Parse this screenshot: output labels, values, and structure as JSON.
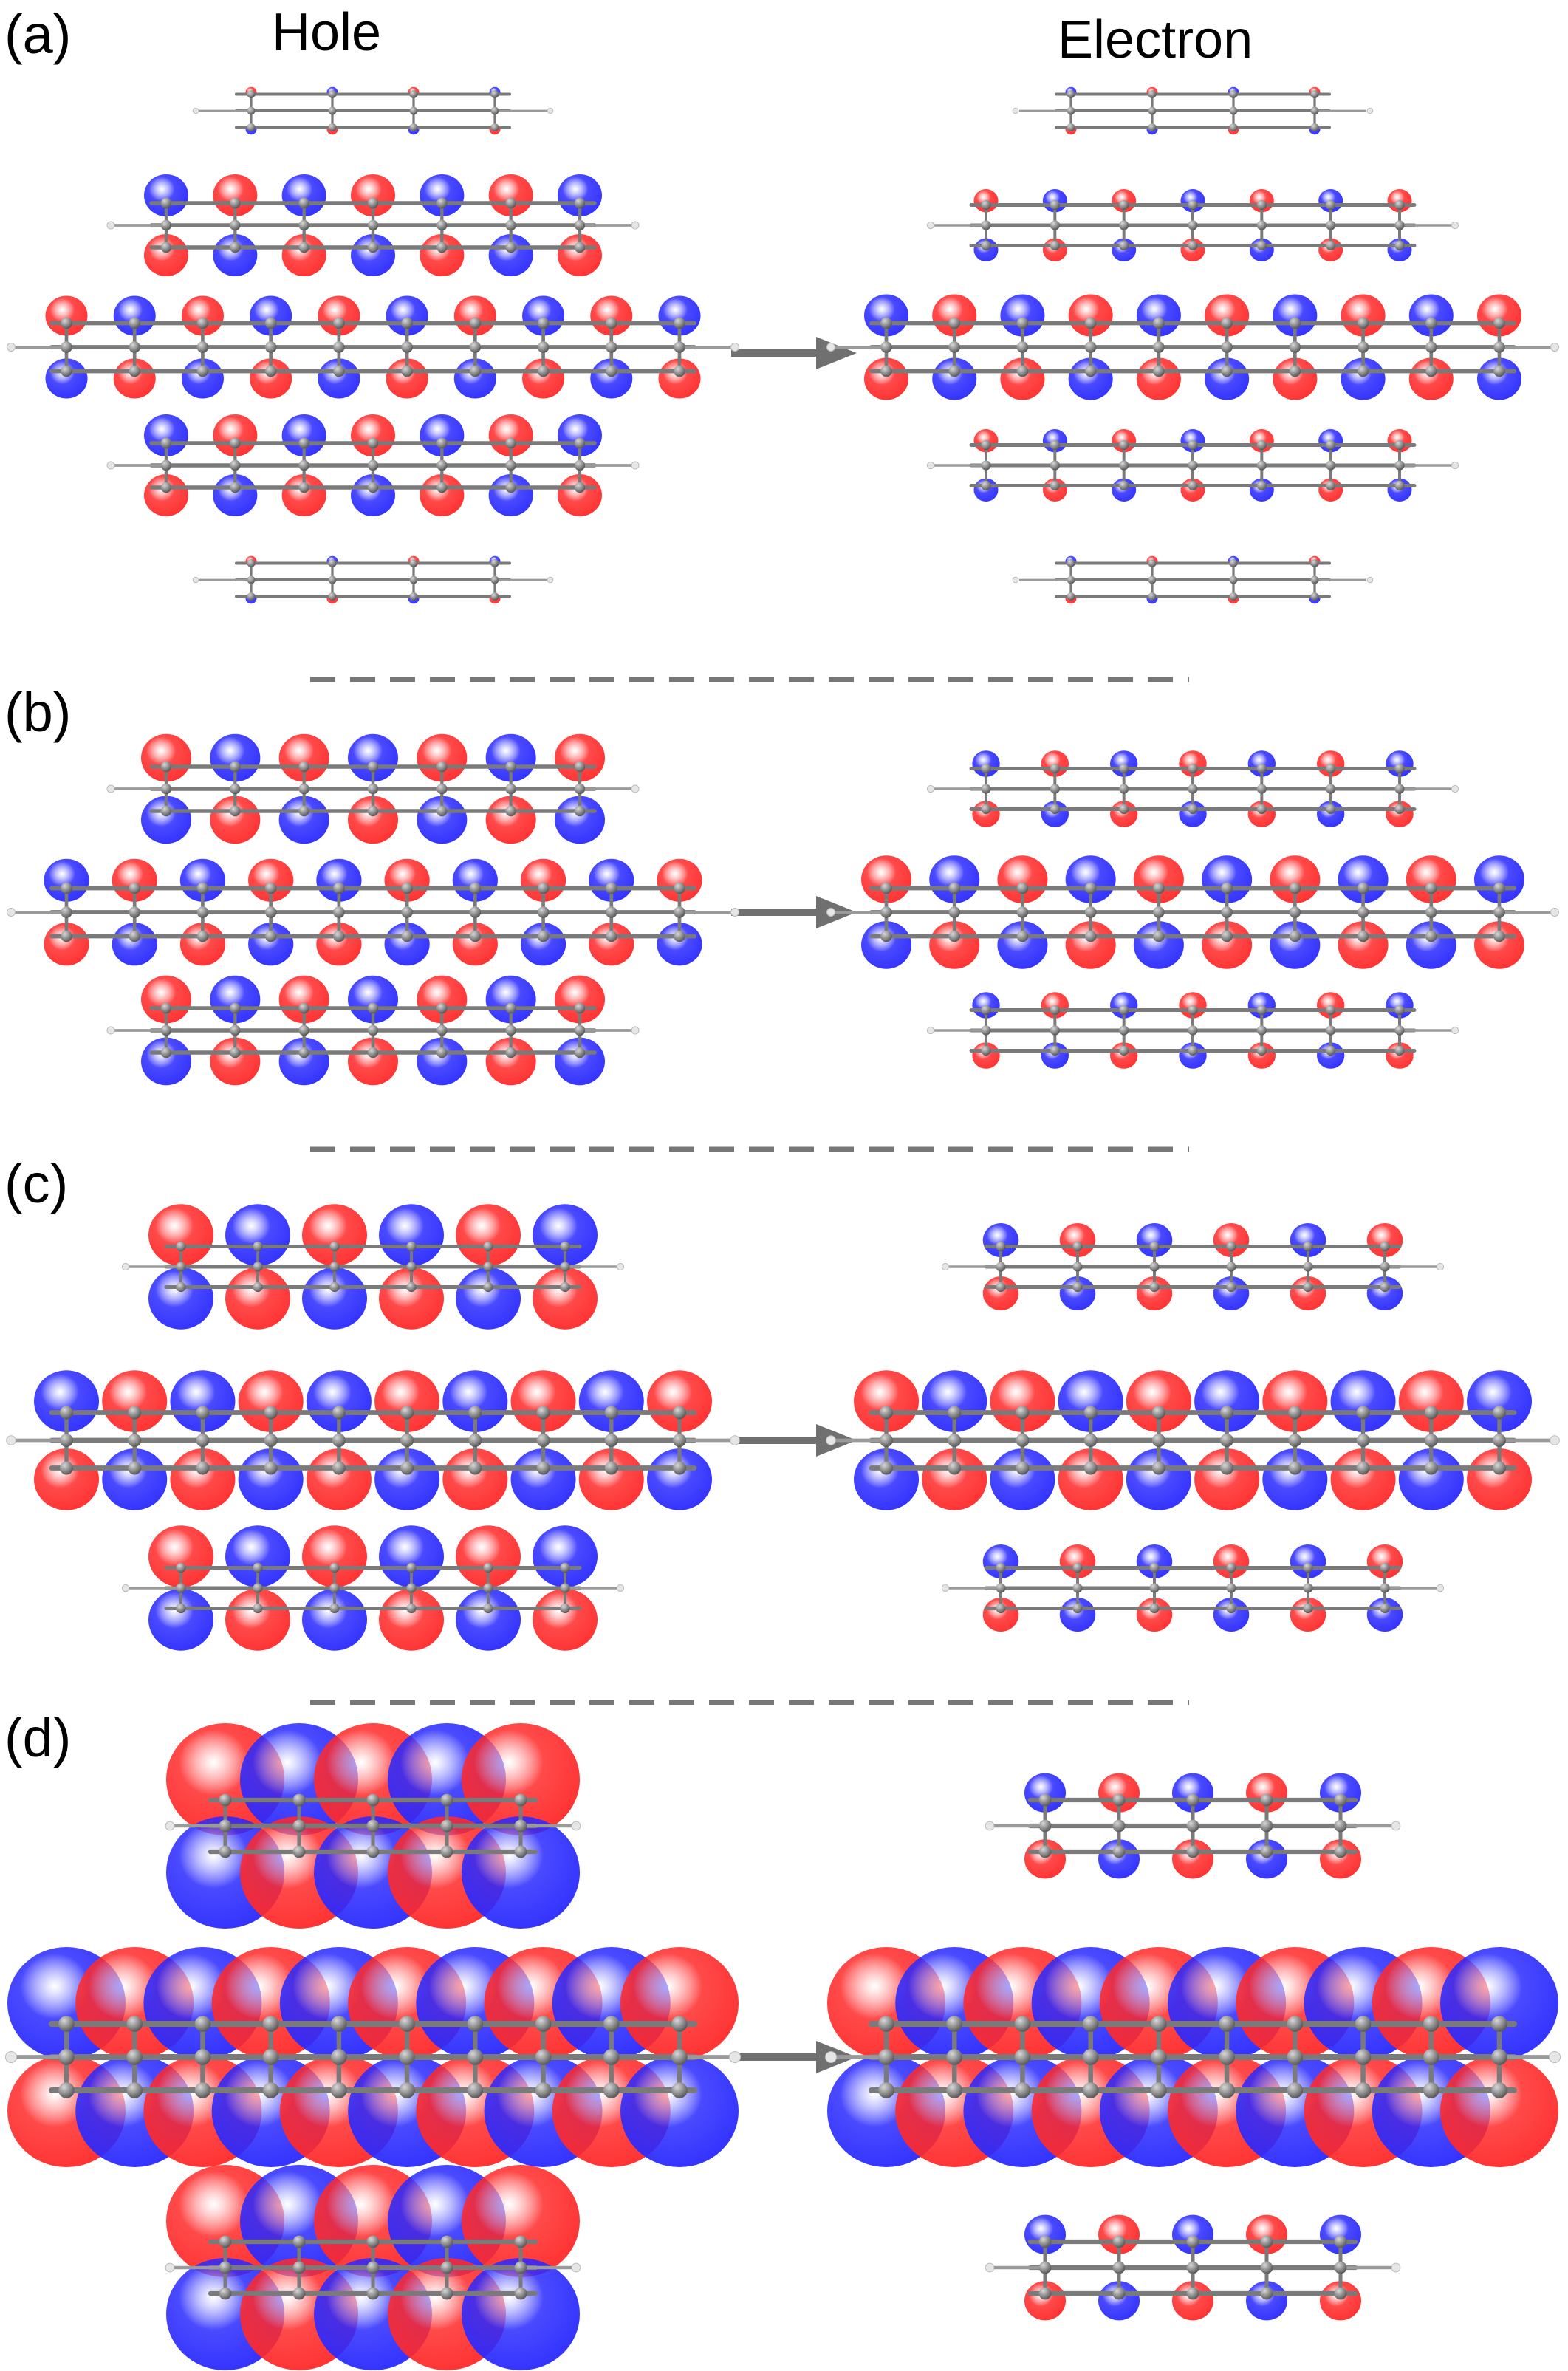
{
  "figure": {
    "column_headers": {
      "hole": "Hole",
      "electron": "Electron"
    },
    "panels": [
      {
        "label": "(a)",
        "hole_layers": [
          0.25,
          1.0,
          0.95,
          1.0,
          0.25
        ],
        "electron_layers": [
          0.25,
          0.55,
          1.0,
          0.55,
          0.25
        ]
      },
      {
        "label": "(b)",
        "hole_layers": [
          1.0,
          0.9,
          1.0
        ],
        "electron_layers": [
          0.55,
          1.0,
          0.55
        ]
      },
      {
        "label": "(c)",
        "hole_layers": [
          1.0,
          1.0,
          1.0
        ],
        "electron_layers": [
          0.55,
          1.0,
          0.55
        ]
      },
      {
        "label": "(d)",
        "hole_layers": [
          1.0,
          1.0,
          1.0
        ],
        "electron_layers": [
          0.35,
          1.0,
          0.35
        ]
      }
    ],
    "colors": {
      "positive_lobe": "#ff2a2a",
      "negative_lobe": "#2a2aff",
      "carbon": "#5a5a5a",
      "bond": "#7a7a7a",
      "hydrogen": "#e6e6e6",
      "arrow": "#707070",
      "separator": "#777777"
    },
    "icons": {
      "transition": "right-arrow-icon"
    }
  }
}
